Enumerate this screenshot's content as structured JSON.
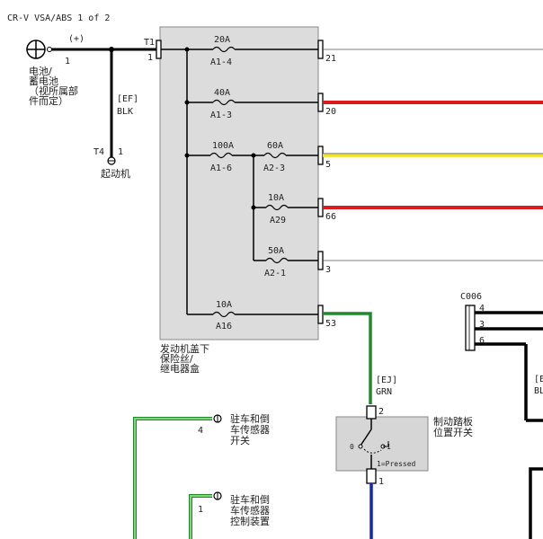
{
  "header": {
    "title": "CR-V VSA/ABS 1 of 2"
  },
  "battery": {
    "label_lines": [
      "电池/",
      "蓄电池",
      "（视所属部",
      "件而定）"
    ],
    "pin": "1",
    "polarity": "(+)"
  },
  "wire_ef": {
    "code": "[EF]",
    "color_name": "BLK"
  },
  "starter": {
    "terminal": "T4",
    "pin": "1",
    "label": "起动机"
  },
  "fusebox": {
    "terminal": "T1",
    "pin": "1",
    "label_lines": [
      "发动机盖下",
      "保险丝/",
      "继电器盒"
    ],
    "fuses": [
      {
        "amp": "20A",
        "id": "A1-4"
      },
      {
        "amp": "40A",
        "id": "A1-3"
      },
      {
        "amp": "100A",
        "id": "A1-6"
      },
      {
        "amp": "60A",
        "id": "A2-3"
      },
      {
        "amp": "10A",
        "id": "A29"
      },
      {
        "amp": "50A",
        "id": "A2-1"
      },
      {
        "amp": "10A",
        "id": "A16"
      }
    ],
    "output_pins": [
      "21",
      "20",
      "5",
      "66",
      "3",
      "53"
    ]
  },
  "wire_ej": {
    "code": "[EJ]",
    "color_name": "GRN"
  },
  "brake_switch": {
    "label_lines": [
      "制动踏板",
      "位置开关"
    ],
    "pin_top": "2",
    "pin_bottom": "1",
    "state_0": "0",
    "state_1": "1",
    "state_note": "1=Pressed"
  },
  "connector_c006": {
    "name": "C006",
    "pins": [
      "4",
      "3",
      "6"
    ]
  },
  "cut_label": {
    "line1": "[E",
    "line2": "BL"
  },
  "sensors": [
    {
      "pin": "4",
      "label_lines": [
        "驻车和倒",
        "车传感器",
        "开关"
      ]
    },
    {
      "pin": "1",
      "label_lines": [
        "驻车和倒",
        "车传感器",
        "控制装置"
      ]
    }
  ],
  "colors": {
    "black_wire": "#000000",
    "red_wire": "#dd1a1a",
    "yellow_wire": "#f2e21c",
    "green_wire": "#1f8a2a",
    "light_green_wire": "#7fd47a",
    "blue_wire": "#1326b8",
    "fusebox_fill": "#dcdcdc",
    "switch_fill": "#d6d6d6"
  }
}
